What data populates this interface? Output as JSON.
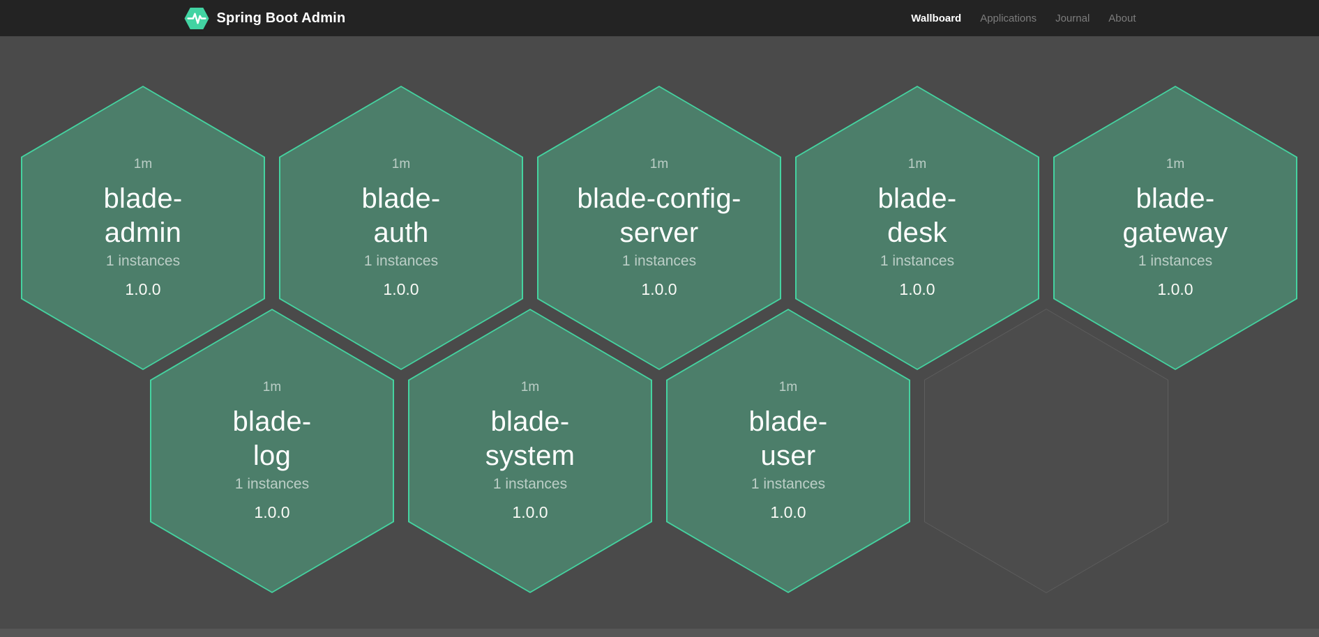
{
  "navbar": {
    "brand": {
      "title": "Spring Boot Admin",
      "logo_icon": "pulse-hexagon-icon"
    },
    "links": [
      {
        "label": "Wallboard",
        "active": true
      },
      {
        "label": "Applications",
        "active": false
      },
      {
        "label": "Journal",
        "active": false
      },
      {
        "label": "About",
        "active": false
      }
    ]
  },
  "wallboard": {
    "applications": [
      {
        "name": "blade-admin",
        "uptime": "1m",
        "instances": "1 instances",
        "version": "1.0.0",
        "status": "UP"
      },
      {
        "name": "blade-auth",
        "uptime": "1m",
        "instances": "1 instances",
        "version": "1.0.0",
        "status": "UP"
      },
      {
        "name": "blade-config-server",
        "uptime": "1m",
        "instances": "1 instances",
        "version": "1.0.0",
        "status": "UP"
      },
      {
        "name": "blade-desk",
        "uptime": "1m",
        "instances": "1 instances",
        "version": "1.0.0",
        "status": "UP"
      },
      {
        "name": "blade-gateway",
        "uptime": "1m",
        "instances": "1 instances",
        "version": "1.0.0",
        "status": "UP"
      },
      {
        "name": "blade-log",
        "uptime": "1m",
        "instances": "1 instances",
        "version": "1.0.0",
        "status": "UP"
      },
      {
        "name": "blade-system",
        "uptime": "1m",
        "instances": "1 instances",
        "version": "1.0.0",
        "status": "UP"
      },
      {
        "name": "blade-user",
        "uptime": "1m",
        "instances": "1 instances",
        "version": "1.0.0",
        "status": "UP"
      }
    ],
    "empty_slots": 1
  },
  "colors": {
    "navbar_bg": "#232323",
    "page_bg": "#4a4a4a",
    "hex_up_fill": "#4c7e6a",
    "hex_up_border": "#45d3a0",
    "hex_empty_fill": "#4c4c4c",
    "hex_empty_border": "#5e5e5e",
    "brand_green": "#42d3a2"
  }
}
